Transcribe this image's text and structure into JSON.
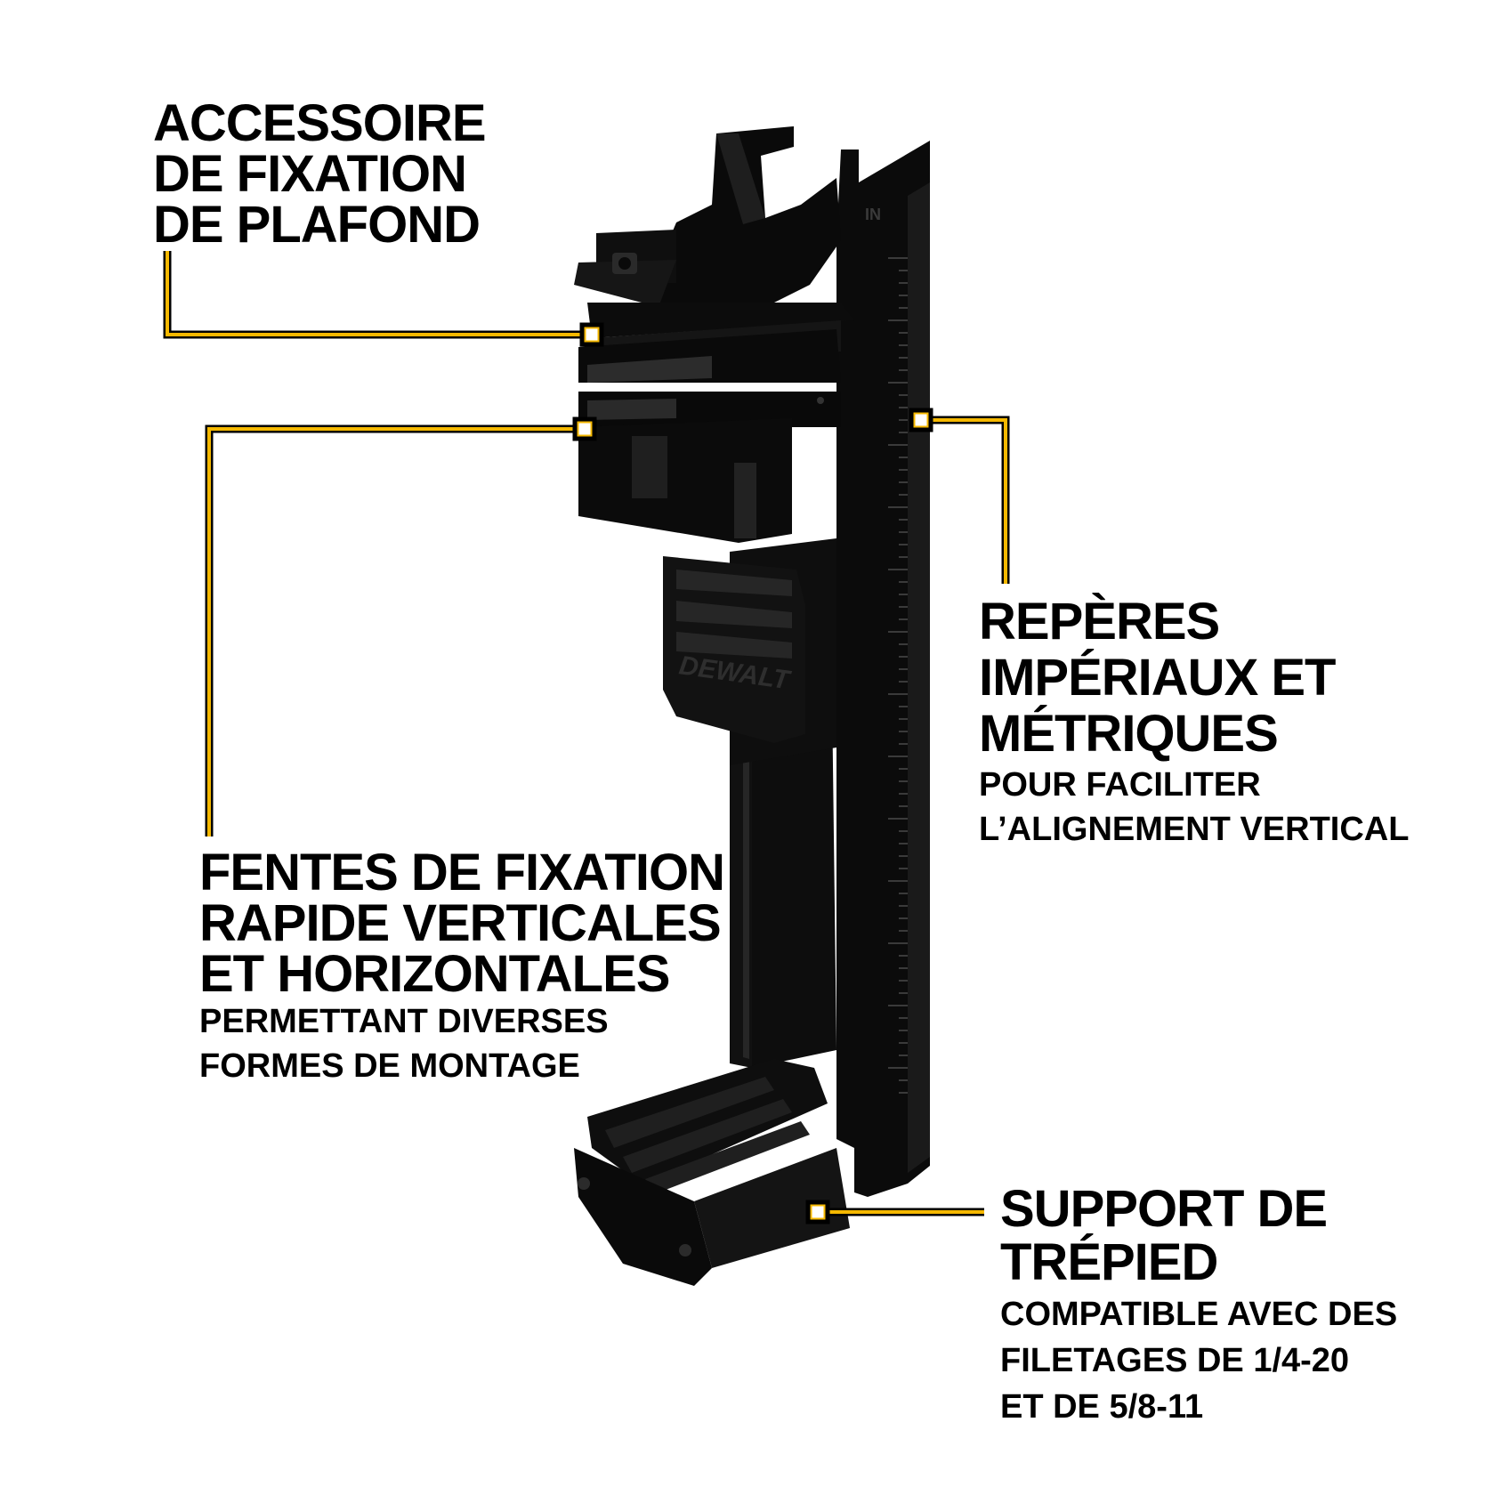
{
  "colors": {
    "accent": "#f5b800",
    "text": "#000000",
    "product": "#0b0b0b",
    "background": "#ffffff"
  },
  "product": {
    "brand": "DEWALT",
    "scale_unit": "IN"
  },
  "callouts": {
    "ceiling": {
      "title": [
        "ACCESSOIRE",
        "DE FIXATION",
        "DE PLAFOND"
      ]
    },
    "slots": {
      "title": [
        "FENTES DE FIXATION",
        "RAPIDE VERTICALES",
        "ET HORIZONTALES"
      ],
      "sub": [
        "PERMETTANT DIVERSES",
        "FORMES DE MONTAGE"
      ]
    },
    "marks": {
      "title": [
        "REPÈRES",
        "IMPÉRIAUX ET",
        "MÉTRIQUES"
      ],
      "sub": [
        "POUR FACILITER",
        "L’ALIGNEMENT VERTICAL"
      ]
    },
    "tripod": {
      "title": [
        "SUPPORT DE",
        "TRÉPIED"
      ],
      "sub": [
        "COMPATIBLE AVEC DES",
        "FILETAGES DE 1/4-20",
        "ET DE 5/8-11"
      ]
    }
  }
}
